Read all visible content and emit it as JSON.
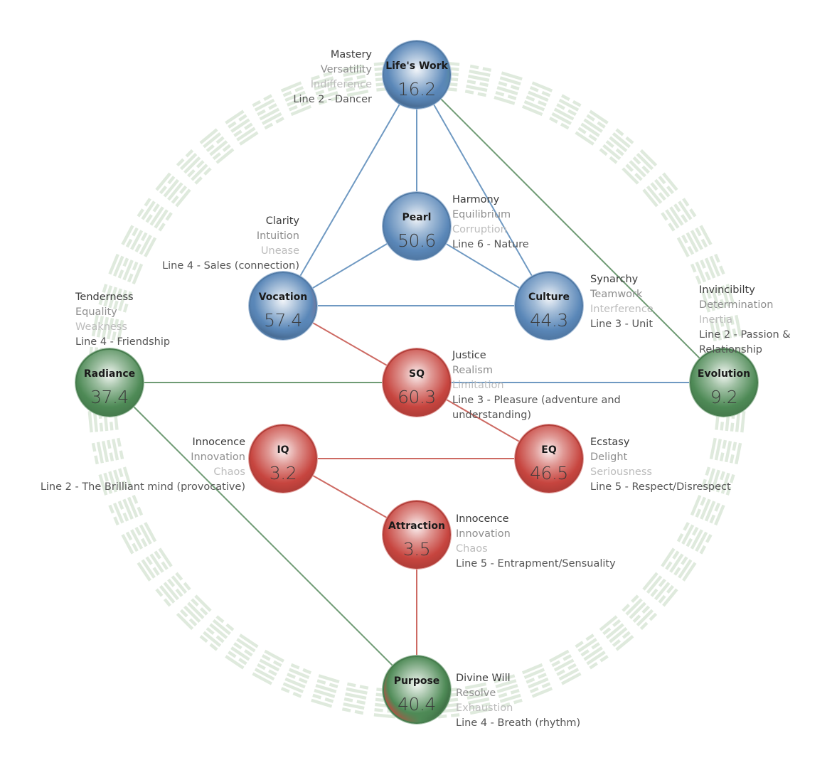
{
  "colors": {
    "blue": "#5a87b8",
    "red": "#c7453f",
    "green": "#4e8a56",
    "wheel": "#dfeadd",
    "link_blue": "#6f99c2",
    "link_red": "#cd6a63",
    "link_green": "#6f9b74"
  },
  "spheres": [
    {
      "id": "lifes-work",
      "name": "Life's Work",
      "value": "16.2",
      "color": "blue",
      "accent": "green",
      "gift": "Mastery",
      "virtue": "Versatility",
      "shadow": "Indifference",
      "line": "Line 2 - Dancer"
    },
    {
      "id": "pearl",
      "name": "Pearl",
      "value": "50.6",
      "color": "blue",
      "gift": "Harmony",
      "virtue": "Equilibrium",
      "shadow": "Corruption",
      "line": "Line 6 - Nature"
    },
    {
      "id": "vocation",
      "name": "Vocation",
      "value": "57.4",
      "color": "blue",
      "accent": "red",
      "gift": "Clarity",
      "virtue": "Intuition",
      "shadow": "Unease",
      "line": "Line 4 - Sales (connection)"
    },
    {
      "id": "culture",
      "name": "Culture",
      "value": "44.3",
      "color": "blue",
      "gift": "Synarchy",
      "virtue": "Teamwork",
      "shadow": "Interference",
      "line": "Line 3 - Unit"
    },
    {
      "id": "radiance",
      "name": "Radiance",
      "value": "37.4",
      "color": "green",
      "gift": "Tenderness",
      "virtue": "Equality",
      "shadow": "Weakness",
      "line": "Line 4 - Friendship"
    },
    {
      "id": "evolution",
      "name": "Evolution",
      "value": "9.2",
      "color": "green",
      "gift": "Invincibilty",
      "virtue": "Determination",
      "shadow": "Inertia",
      "line": "Line 2 - Passion & Relationship"
    },
    {
      "id": "sq",
      "name": "SQ",
      "value": "60.3",
      "color": "red",
      "gift": "Justice",
      "virtue": "Realism",
      "shadow": "Limitation",
      "line": "Line 3 - Pleasure (adventure and understanding)"
    },
    {
      "id": "iq",
      "name": "IQ",
      "value": "3.2",
      "color": "red",
      "gift": "Innocence",
      "virtue": "Innovation",
      "shadow": "Chaos",
      "line": "Line 2 - The Brilliant mind (provocative)"
    },
    {
      "id": "eq",
      "name": "EQ",
      "value": "46.5",
      "color": "red",
      "gift": "Ecstasy",
      "virtue": "Delight",
      "shadow": "Seriousness",
      "line": "Line 5 - Respect/Disrespect"
    },
    {
      "id": "attraction",
      "name": "Attraction",
      "value": "3.5",
      "color": "red",
      "gift": "Innocence",
      "virtue": "Innovation",
      "shadow": "Chaos",
      "line": "Line 5 - Entrapment/Sensuality"
    },
    {
      "id": "purpose",
      "name": "Purpose",
      "value": "40.4",
      "color": "green",
      "accent": "red",
      "gift": "Divine Will",
      "virtue": "Resolve",
      "shadow": "Exhaustion",
      "line": "Line 4 - Breath (rhythm)"
    }
  ],
  "links": [
    {
      "from": "lifes-work",
      "to": "vocation",
      "color": "link_blue"
    },
    {
      "from": "lifes-work",
      "to": "pearl",
      "color": "link_blue"
    },
    {
      "from": "lifes-work",
      "to": "culture",
      "color": "link_blue"
    },
    {
      "from": "lifes-work",
      "to": "evolution",
      "color": "link_green"
    },
    {
      "from": "pearl",
      "to": "vocation",
      "color": "link_blue"
    },
    {
      "from": "pearl",
      "to": "culture",
      "color": "link_blue"
    },
    {
      "from": "vocation",
      "to": "culture",
      "color": "link_blue"
    },
    {
      "from": "vocation",
      "to": "sq",
      "color": "link_red"
    },
    {
      "from": "sq",
      "to": "eq",
      "color": "link_red"
    },
    {
      "from": "radiance",
      "to": "sq",
      "color": "link_green"
    },
    {
      "from": "sq",
      "to": "evolution",
      "color": "link_blue"
    },
    {
      "from": "iq",
      "to": "eq",
      "color": "link_red"
    },
    {
      "from": "iq",
      "to": "attraction",
      "color": "link_red"
    },
    {
      "from": "attraction",
      "to": "purpose",
      "color": "link_red"
    },
    {
      "from": "radiance",
      "to": "purpose",
      "color": "link_green"
    }
  ]
}
